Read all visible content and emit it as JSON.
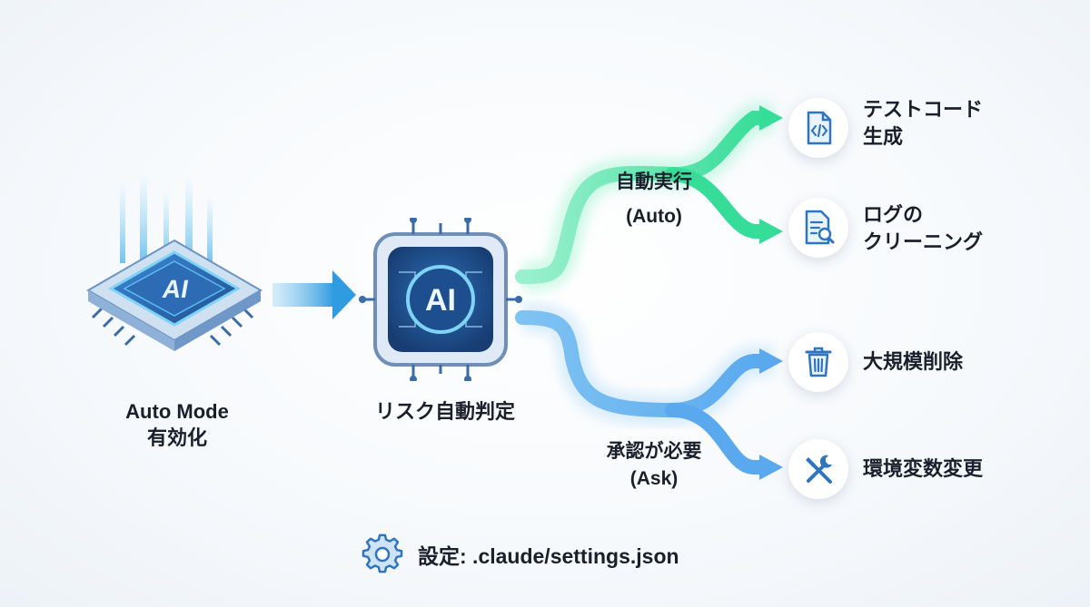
{
  "source": {
    "line1": "Auto Mode",
    "line2": "有効化",
    "icon": "ai-chip-icon"
  },
  "judge": {
    "label": "リスク自動判定",
    "icon": "ai-processor-icon"
  },
  "branches": {
    "auto": {
      "line1": "自動実行",
      "line2": "(Auto)",
      "color": "#3ee0a0"
    },
    "ask": {
      "line1": "承認が必要",
      "line2": "(Ask)",
      "color": "#5aa9ef"
    }
  },
  "actions": [
    {
      "line1": "テストコード",
      "line2": "生成",
      "icon": "code-file-icon",
      "group": "auto"
    },
    {
      "line1": "ログの",
      "line2": "クリーニング",
      "icon": "log-search-icon",
      "group": "auto"
    },
    {
      "line1": "大規模削除",
      "line2": "",
      "icon": "trash-icon",
      "group": "ask"
    },
    {
      "line1": "環境変数変更",
      "line2": "",
      "icon": "tools-icon",
      "group": "ask"
    }
  ],
  "footer": {
    "text": "設定: .claude/settings.json",
    "icon": "gear-icon"
  },
  "colors": {
    "chip": "#2f6fb5",
    "accent": "#3aa8e8",
    "text": "#1a1f2b"
  }
}
